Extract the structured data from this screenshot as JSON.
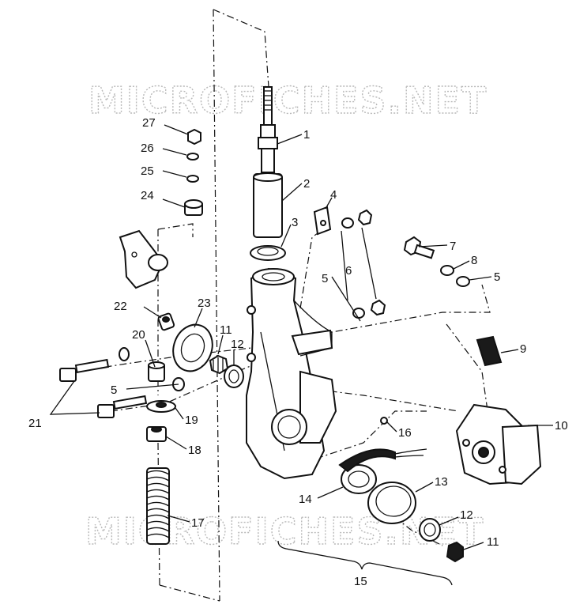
{
  "watermark": "MICROFICHES.NET",
  "callouts": [
    {
      "id": "c1",
      "text": "1"
    },
    {
      "id": "c2",
      "text": "2"
    },
    {
      "id": "c3",
      "text": "3"
    },
    {
      "id": "c4",
      "text": "4"
    },
    {
      "id": "c5a",
      "text": "5"
    },
    {
      "id": "c6",
      "text": "6"
    },
    {
      "id": "c7",
      "text": "7"
    },
    {
      "id": "c8",
      "text": "8"
    },
    {
      "id": "c5b",
      "text": "5"
    },
    {
      "id": "c9",
      "text": "9"
    },
    {
      "id": "c10",
      "text": "10"
    },
    {
      "id": "c11a",
      "text": "11"
    },
    {
      "id": "c12a",
      "text": "12"
    },
    {
      "id": "c13",
      "text": "13"
    },
    {
      "id": "c14",
      "text": "14"
    },
    {
      "id": "c15",
      "text": "15"
    },
    {
      "id": "c16",
      "text": "16"
    },
    {
      "id": "c17",
      "text": "17"
    },
    {
      "id": "c18",
      "text": "18"
    },
    {
      "id": "c19",
      "text": "19"
    },
    {
      "id": "c20",
      "text": "20"
    },
    {
      "id": "c21",
      "text": "21"
    },
    {
      "id": "c22",
      "text": "22"
    },
    {
      "id": "c23",
      "text": "23"
    },
    {
      "id": "c24",
      "text": "24"
    },
    {
      "id": "c25",
      "text": "25"
    },
    {
      "id": "c26",
      "text": "26"
    },
    {
      "id": "c27",
      "text": "27"
    },
    {
      "id": "c5c",
      "text": "5"
    },
    {
      "id": "c12b",
      "text": "12"
    },
    {
      "id": "c11b",
      "text": "11"
    }
  ]
}
